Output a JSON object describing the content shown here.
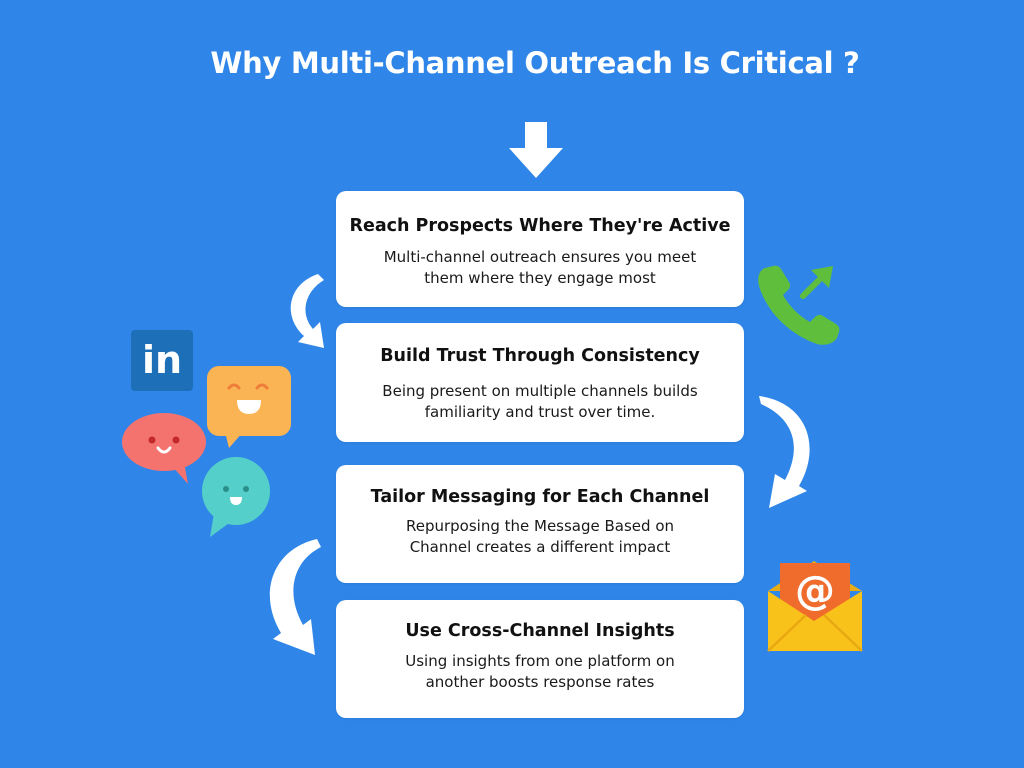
{
  "title": "Why Multi-Channel Outreach Is Critical ?",
  "cards": [
    {
      "heading": "Reach Prospects Where They're Active",
      "line1": "Multi-channel outreach ensures you meet",
      "line2": "them where they engage most"
    },
    {
      "heading": "Build Trust Through Consistency",
      "line1": "Being present on multiple channels builds",
      "line2": "familiarity and trust over time."
    },
    {
      "heading": "Tailor Messaging for Each Channel",
      "line1": "Repurposing the Message Based on",
      "line2": "Channel creates a different impact"
    },
    {
      "heading": "Use Cross-Channel Insights",
      "line1": "Using insights from one platform on",
      "line2": "another boosts response rates"
    }
  ],
  "icons": {
    "linkedin_text": "in",
    "email_symbol": "@"
  },
  "colors": {
    "background": "#2f86e8",
    "card": "#ffffff",
    "phone": "#5fbf3c",
    "linkedin": "#1d6fb8",
    "bubble_orange": "#fbb454",
    "bubble_red": "#f4736f",
    "bubble_teal": "#55cfc9",
    "envelope": "#f9c21a",
    "envelope_letter": "#ef6c2c"
  }
}
